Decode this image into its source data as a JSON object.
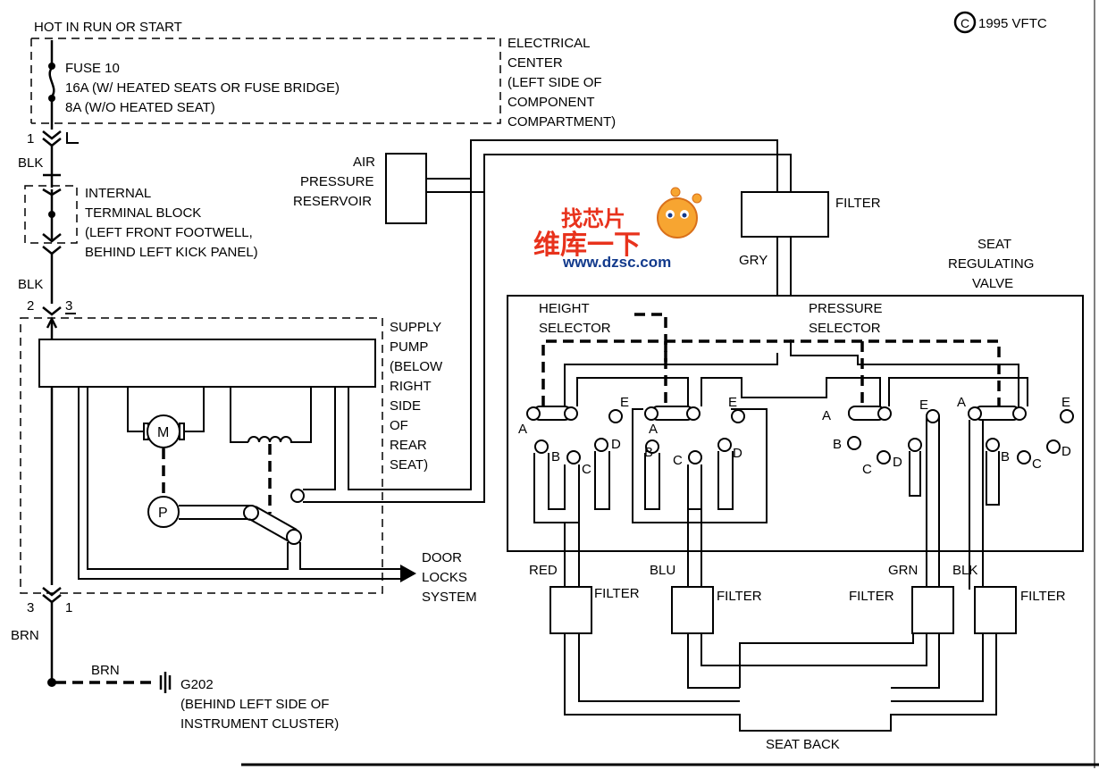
{
  "copyright": "1995 VFTC",
  "copyright_symbol": "C",
  "power": {
    "source": "HOT IN RUN OR START",
    "fuse_lines": [
      "FUSE 10",
      "16A (W/ HEATED SEATS OR FUSE BRIDGE)",
      "8A (W/O HEATED SEAT)"
    ],
    "center_lines": [
      "ELECTRICAL",
      "CENTER",
      "(LEFT SIDE OF",
      "COMPONENT",
      "COMPARTMENT)"
    ]
  },
  "terminal_block": {
    "lines": [
      "INTERNAL",
      "TERMINAL BLOCK",
      "(LEFT FRONT FOOTWELL,",
      "BEHIND LEFT KICK PANEL)"
    ]
  },
  "pins": {
    "p1": "1",
    "p1b": "1",
    "p2": "2",
    "p3": "3",
    "p3b": "3",
    "p1c": "1"
  },
  "wires": {
    "blk_top": "BLK",
    "blk_mid": "BLK",
    "brn_vertical": "BRN",
    "brn_ground": "BRN"
  },
  "ground": {
    "id": "G202",
    "lines": [
      "(BEHIND LEFT SIDE OF",
      "INSTRUMENT CLUSTER)"
    ]
  },
  "pump": {
    "lines": [
      "SUPPLY",
      "PUMP",
      "(BELOW",
      "RIGHT",
      "SIDE",
      "OF",
      "REAR",
      "SEAT)"
    ],
    "motor": "M",
    "pump_symbol": "P"
  },
  "door_locks": [
    "DOOR",
    "LOCKS",
    "SYSTEM"
  ],
  "air_reservoir": [
    "AIR",
    "PRESSURE",
    "RESERVOIR"
  ],
  "filter_top": "FILTER",
  "gry": "GRY",
  "valve": [
    "SEAT",
    "REGULATING",
    "VALVE"
  ],
  "height_selector": [
    "HEIGHT",
    "SELECTOR"
  ],
  "pressure_selector": [
    "PRESSURE",
    "SELECTOR"
  ],
  "ports": {
    "a": "A",
    "b": "B",
    "c": "C",
    "d": "D",
    "e": "E"
  },
  "hoses": {
    "red": "RED",
    "blu": "BLU",
    "grn": "GRN",
    "blk": "BLK"
  },
  "filter": "FILTER",
  "seat_back": "SEAT BACK",
  "watermark": {
    "top": "找芯片",
    "cn": "维库一下",
    "url": "www.dzsc.com"
  }
}
